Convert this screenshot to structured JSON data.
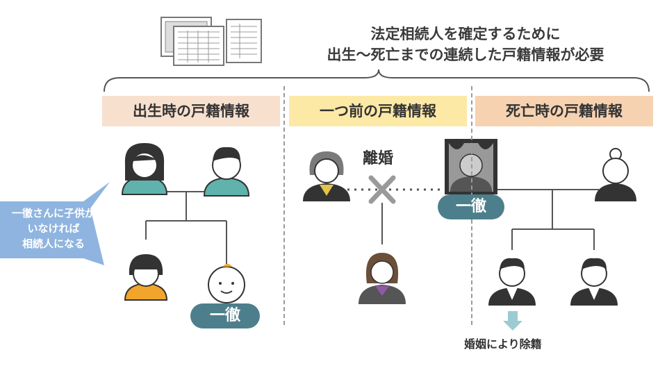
{
  "title": {
    "line1": "法定相続人を確定するために",
    "line2": "出生～死亡までの連続した戸籍情報が必要"
  },
  "sections": [
    {
      "label": "出生時の戸籍情報",
      "color": "#f8e0cf"
    },
    {
      "label": "一つ前の戸籍情報",
      "color": "#fde9a6"
    },
    {
      "label": "死亡時の戸籍情報",
      "color": "#f7d2b1"
    }
  ],
  "callout": {
    "line1": "一徹さんに子供が",
    "line2": "いなければ",
    "line3": "相続人になる",
    "color": "#8fb4df"
  },
  "labels": {
    "divorce": "離婚",
    "ittetsu_child": "一徹",
    "ittetsu_main": "一徹",
    "removed": "婚姻により除籍"
  },
  "colors": {
    "line": "#555555",
    "pill": "#4c7f8b",
    "cross": "#9a9a9a",
    "arrow": "#9ccbd2"
  },
  "icons": [
    "documents-icon",
    "brace-icon",
    "person-icon",
    "cross-icon",
    "down-arrow-icon"
  ]
}
